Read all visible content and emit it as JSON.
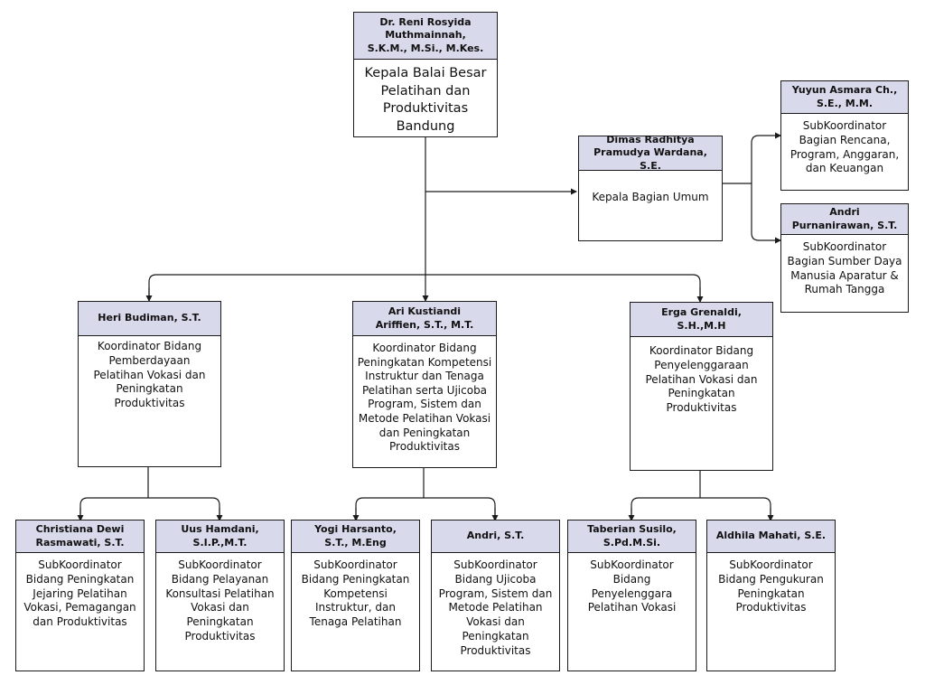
{
  "org": {
    "head": {
      "name": "Dr. Reni Rosyida\nMuthmainnah,\nS.K.M., M.Si., M.Kes.",
      "role": "Kepala Balai Besar\nPelatihan dan\nProduktivitas\nBandung"
    },
    "umum": {
      "name": "Dimas Radhitya\nPramudya Wardana, S.E.",
      "role": "Kepala Bagian Umum"
    },
    "yuyun": {
      "name": "Yuyun Asmara Ch.,\nS.E., M.M.",
      "role": "SubKoordinator\nBagian Rencana,\nProgram, Anggaran,\ndan Keuangan"
    },
    "andri_p": {
      "name": "Andri\nPurnanirawan, S.T.",
      "role": "SubKoordinator\nBagian Sumber Daya\nManusia Aparatur &\nRumah Tangga"
    },
    "heri": {
      "name": "Heri Budiman, S.T.",
      "role": "Koordinator Bidang\nPemberdayaan\nPelatihan Vokasi dan\nPeningkatan\nProduktivitas"
    },
    "ari": {
      "name": "Ari Kustiandi\nAriffien, S.T., M.T.",
      "role": "Koordinator Bidang\nPeningkatan Kompetensi\nInstruktur dan Tenaga\nPelatihan serta Ujicoba\nProgram, Sistem dan\nMetode Pelatihan Vokasi\ndan Peningkatan\nProduktivitas"
    },
    "erga": {
      "name": "Erga Grenaldi,\nS.H.,M.H",
      "role": "Koordinator Bidang\nPenyelenggaraan\nPelatihan Vokasi dan\nPeningkatan\nProduktivitas"
    },
    "christiana": {
      "name": "Christiana Dewi\nRasmawati, S.T.",
      "role": "SubKoordinator\nBidang Peningkatan\nJejaring Pelatihan\nVokasi, Pemagangan\ndan Produktivitas"
    },
    "uus": {
      "name": "Uus Hamdani,\nS.I.P.,M.T.",
      "role": "SubKoordinator\nBidang Pelayanan\nKonsultasi Pelatihan\nVokasi dan\nPeningkatan\nProduktivitas"
    },
    "yogi": {
      "name": "Yogi Harsanto,\nS.T., M.Eng",
      "role": "SubKoordinator\nBidang Peningkatan\nKompetensi\nInstruktur, dan\nTenaga Pelatihan"
    },
    "andri_st": {
      "name": "Andri, S.T.",
      "role": "SubKoordinator\nBidang Ujicoba\nProgram, Sistem dan\nMetode Pelatihan\nVokasi dan\nPeningkatan\nProduktivitas"
    },
    "taberian": {
      "name": "Taberian Susilo,\nS.Pd.M.Si.",
      "role": "SubKoordinator\nBidang\nPenyelenggara\nPelatihan Vokasi"
    },
    "aldhila": {
      "name": "Aldhila Mahati, S.E.",
      "role": "SubKoordinator\nBidang Pengukuran\nPeningkatan\nProduktivitas"
    }
  }
}
